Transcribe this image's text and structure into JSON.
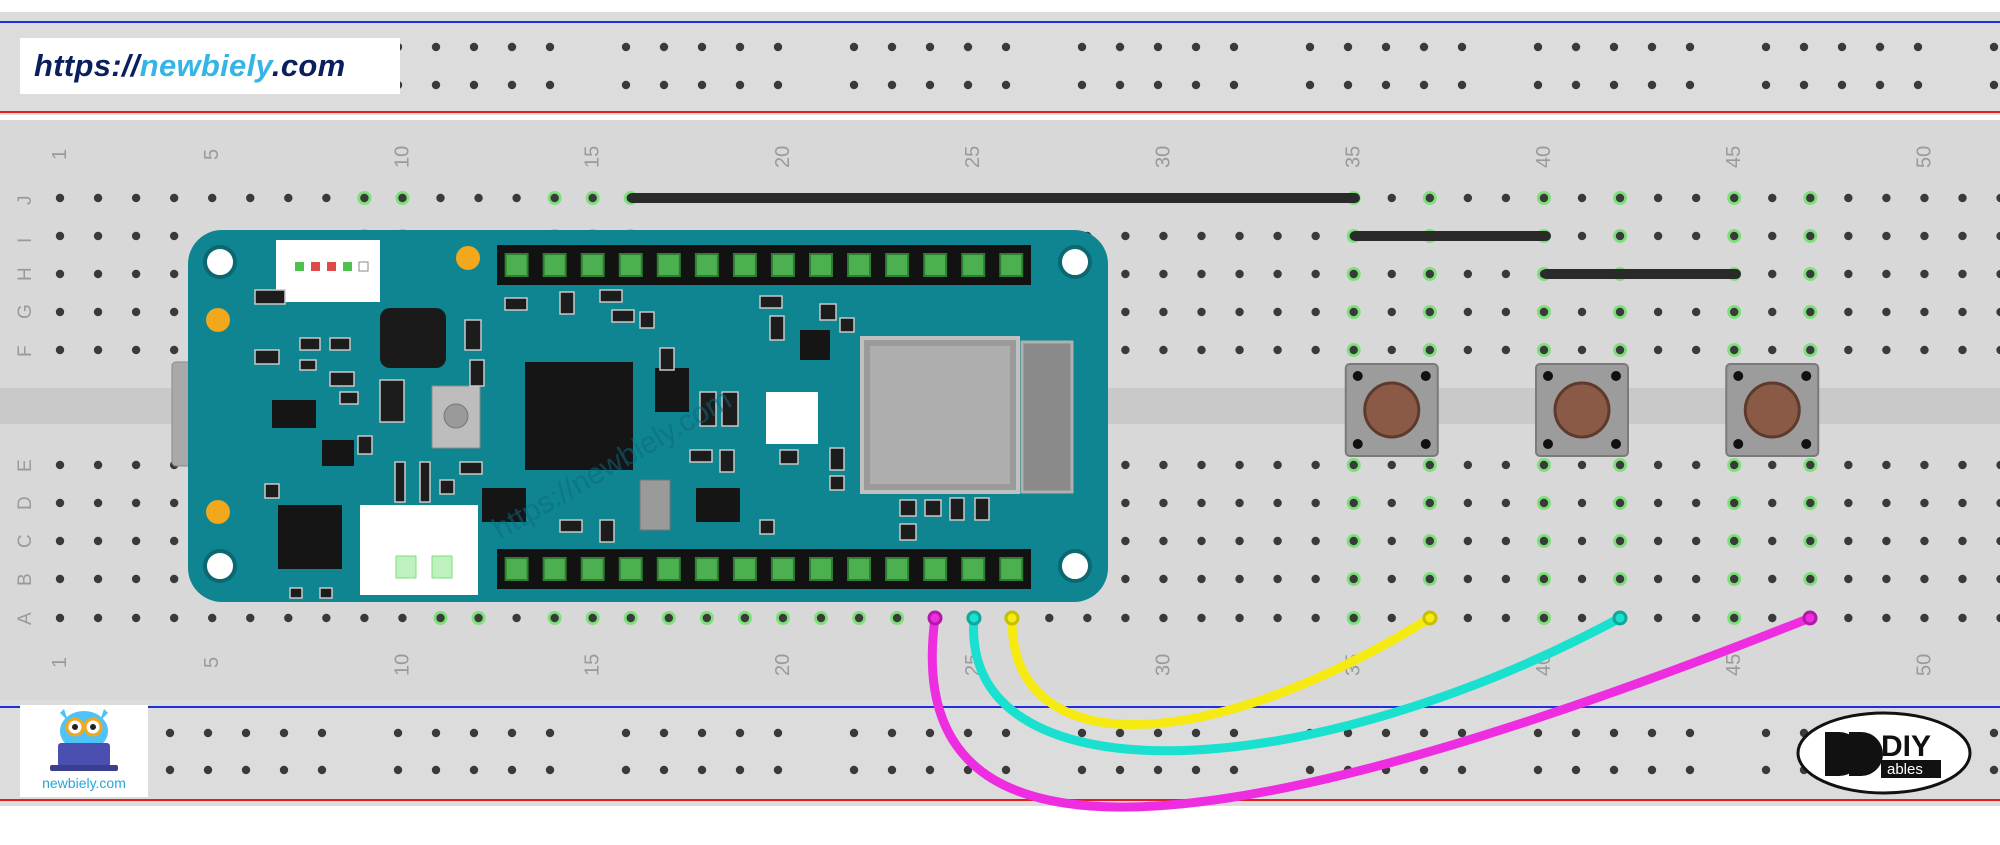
{
  "header": {
    "url_prefix": "https://",
    "url_mid": "newbiely",
    "url_suffix": ".com"
  },
  "logos": {
    "newbiely_caption": "newbiely.com",
    "diyables_top": "DIY",
    "diyables_bottom": "ables"
  },
  "board": {
    "watermark": "https://newbiely.com"
  },
  "breadboard": {
    "column_count": 52,
    "column_numbers": [
      "1",
      "5",
      "10",
      "15",
      "20",
      "25",
      "30",
      "35",
      "40",
      "45",
      "50"
    ],
    "rows_top": [
      "J",
      "I",
      "H",
      "G",
      "F"
    ],
    "rows_bottom": [
      "E",
      "D",
      "C",
      "B",
      "A"
    ]
  },
  "wires": [
    {
      "name": "wire-black-j16-j35",
      "color": "#2a2a2a"
    },
    {
      "name": "wire-black-i35-i40",
      "color": "#2a2a2a"
    },
    {
      "name": "wire-black-h40-h45",
      "color": "#2a2a2a"
    },
    {
      "name": "wire-yellow",
      "color": "#f5ea12"
    },
    {
      "name": "wire-cyan",
      "color": "#19e0cf"
    },
    {
      "name": "wire-magenta",
      "color": "#ee2de0"
    }
  ],
  "colors": {
    "board": "#0f8591",
    "breadboard": "#d8d8d8",
    "rail_red": "#e02020",
    "rail_blue": "#2030d8",
    "hole_active": "#7ee07a"
  }
}
